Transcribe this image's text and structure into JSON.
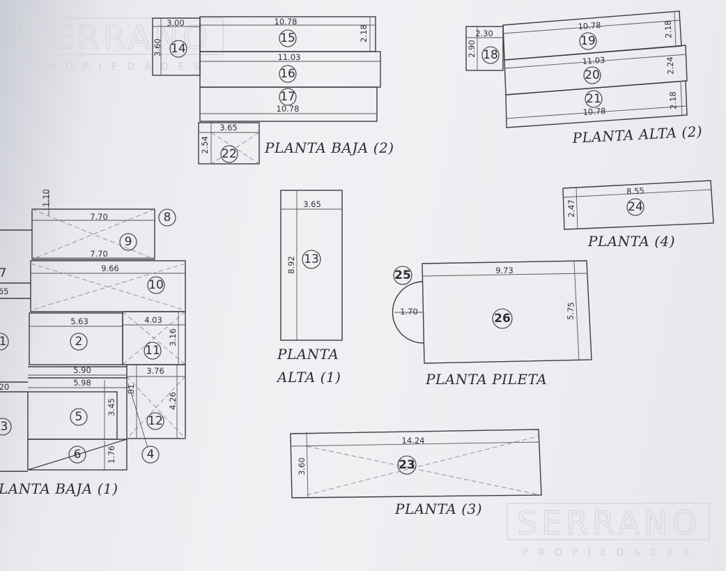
{
  "watermark": {
    "brand": "SERRANO",
    "sub": "PROPIEDADES"
  },
  "labels": {
    "planta_baja_2": "PLANTA BAJA  (2)",
    "planta_alta_2": "PLANTA ALTA  (2)",
    "planta_4": "PLANTA  (4)",
    "planta_alta_1_a": "PLANTA",
    "planta_alta_1_b": "ALTA (1)",
    "planta_pileta": "PLANTA  PILETA",
    "planta_3": "PLANTA  (3)",
    "planta_baja_1": "LANTA BAJA  (1)"
  },
  "units": {
    "u14": "14",
    "u15": "15",
    "u16": "16",
    "u17": "17",
    "u18": "18",
    "u19": "19",
    "u20": "20",
    "u21": "21",
    "u22": "22",
    "u24": "24",
    "u13": "13",
    "u25": "25",
    "u26": "26",
    "u23": "23",
    "u8": "8",
    "u9": "9",
    "u10": "10",
    "u2": "2",
    "u11": "11",
    "u5": "5",
    "u12": "12",
    "u6": "6",
    "u4": "4",
    "u7": "7",
    "u1": "1",
    "u3": "3"
  },
  "dims": {
    "d14_w": "3.00",
    "d14_h": "3.60",
    "d15_w": "10.78",
    "d15_h": "2.18",
    "d16_w": "11.03",
    "d17_w": "10.78",
    "d22_w": "3.65",
    "d22_h": "2.54",
    "d18_w": "2.30",
    "d18_h": "2.90",
    "d19_w": "10.78",
    "d19_h": "2.18",
    "d20_w": "11.03",
    "d20_h": "2.24",
    "d21_w": "10.78",
    "d21_h": "2.18",
    "d24_w": "8.55",
    "d24_h": "2.47",
    "d13_w": "3.65",
    "d13_h": "8.92",
    "d26_w": "9.73",
    "d26_h": "5.75",
    "d25_r": "1.70",
    "d23_w": "14.24",
    "d23_h": "3.60",
    "d_110": "1.10",
    "d9_w1": "7.70",
    "d9_w2": "7.70",
    "d10_w": "9.66",
    "d_65": "65",
    "d2_w": "5.63",
    "d11_w": "4.03",
    "d11_h": "3.16",
    "d_590": "5.90",
    "d_598": "5.98",
    "d12_w": "3.76",
    "d_20": "20",
    "d_345": "3.45",
    "d_81": ".81",
    "d12_h": "4.26",
    "d_176": "1.76"
  }
}
